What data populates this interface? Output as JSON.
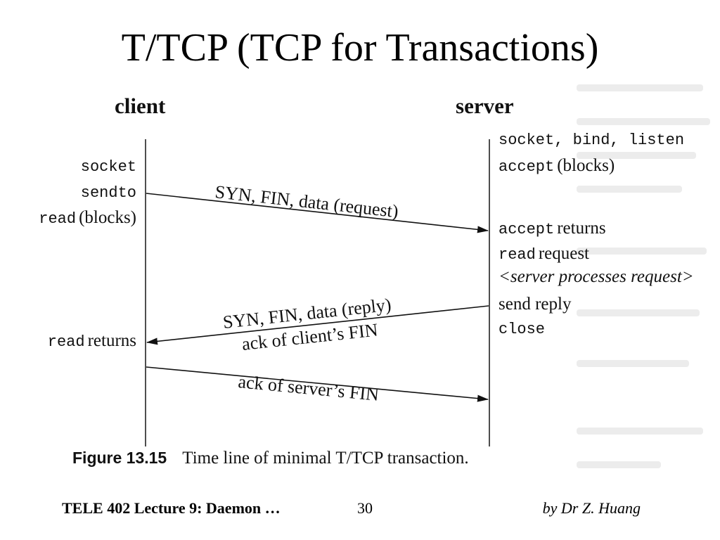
{
  "slide": {
    "title": "T/TCP (TCP for Transactions)"
  },
  "diagram": {
    "client_heading": "client",
    "server_heading": "server",
    "client_events": {
      "socket": "socket",
      "sendto": "sendto",
      "read_fn": "read",
      "read_note": "(blocks)",
      "read_returns_fn": "read",
      "read_returns_text": "returns"
    },
    "server_events": {
      "socket_bind_listen": "socket, bind, listen",
      "accept_fn": "accept",
      "accept_note": "(blocks)",
      "accept_returns_fn": "accept",
      "accept_returns_text": "returns",
      "read_fn": "read",
      "read_text": "request",
      "processes": "<server processes request>",
      "send_text": "send reply",
      "close_fn": "close"
    },
    "messages": {
      "request": "SYN, FIN, data (request)",
      "reply": "SYN, FIN, data (reply)",
      "ack_client_fin": "ack of client’s FIN",
      "ack_server_fin": "ack of server’s FIN"
    },
    "caption": {
      "figure": "Figure 13.15",
      "text": "Time line of minimal T/TCP transaction."
    }
  },
  "footer": {
    "left": "TELE 402 Lecture 9: Daemon …",
    "page": "30",
    "right": "by Dr Z. Huang"
  },
  "colors": {
    "text": "#111111",
    "line": "#222222",
    "background": "#ffffff"
  }
}
